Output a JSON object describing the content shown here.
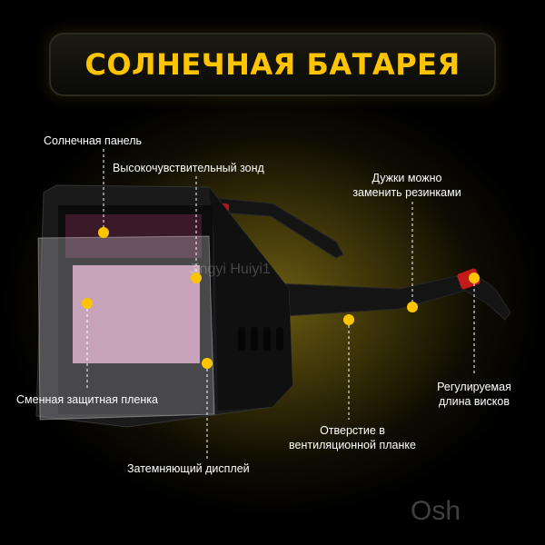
{
  "title": "СОЛНЕЧНАЯ БАТАРЕЯ",
  "labels": {
    "solar_panel": "Солнечная панель",
    "sensor": "Высокочувствительный зонд",
    "temples_line1": "Дужки можно",
    "temples_line2": "заменить резинками",
    "film": "Сменная защитная пленка",
    "adjust_line1": "Регулируемая",
    "adjust_line2": "длина висков",
    "vent_line1": "Отверстие в",
    "vent_line2": "вентиляционной планке",
    "display": "Затемняющий дисплей"
  },
  "watermark": "Jingyi Huiyi1",
  "corner_logo": "Osh"
}
